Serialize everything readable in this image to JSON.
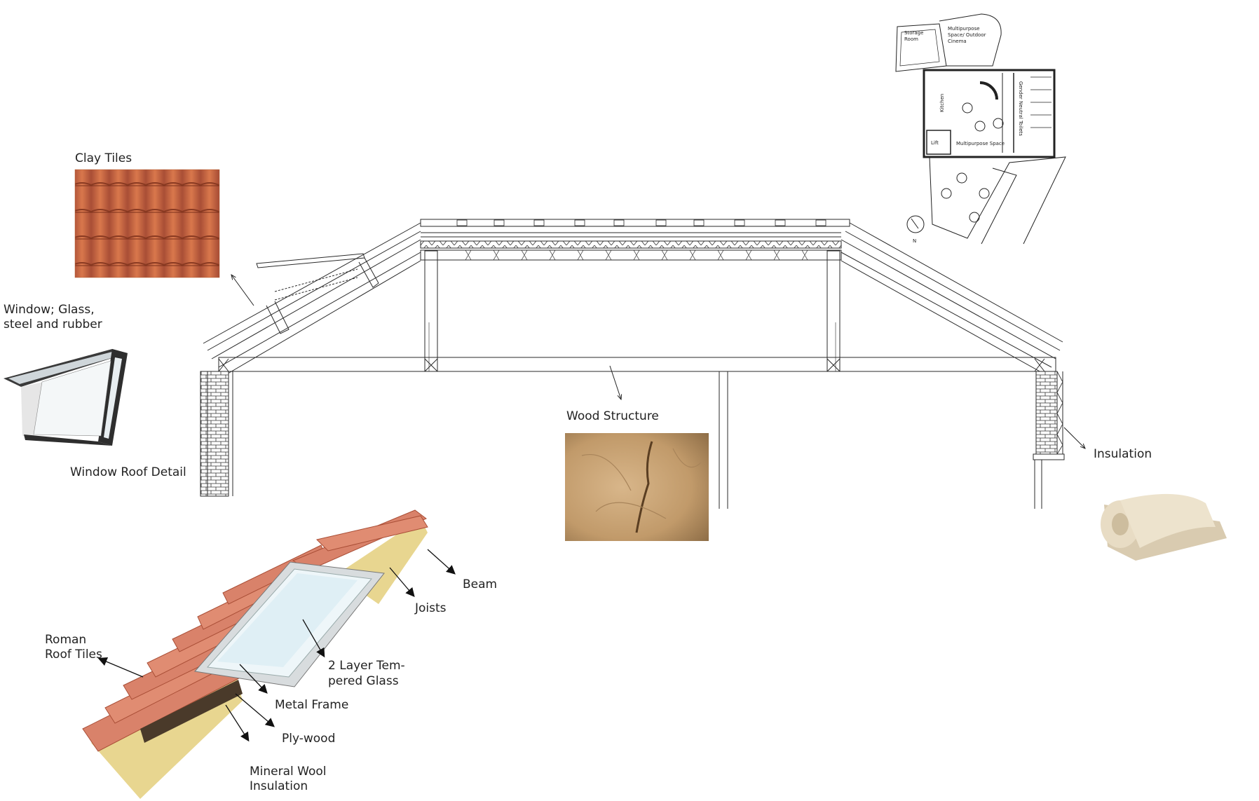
{
  "labels": {
    "clay_tiles": "Clay Tiles",
    "window_material_1": "Window; Glass,",
    "window_material_2": "steel and rubber",
    "window_roof_detail": "Window Roof Detail",
    "wood_structure": "Wood Structure",
    "insulation": "Insulation",
    "beam": "Beam",
    "joists": "Joists",
    "roman_roof_tiles_1": "Roman",
    "roman_roof_tiles_2": "Roof Tiles",
    "glass_1": "2 Layer Tem-",
    "glass_2": "pered Glass",
    "metal_frame": "Metal Frame",
    "plywood": "Ply-wood",
    "mineral_wool_1": "Mineral Wool",
    "mineral_wool_2": "Insulation"
  },
  "floor_plan": {
    "storage_1": "Storage",
    "storage_2": "Room",
    "mp_outdoor_1": "Multipurpose",
    "mp_outdoor_2": "Space/ Outdoor",
    "mp_outdoor_3": "Cinema",
    "kitchen": "Kitchen",
    "toilets": "Gender Neutral Toilets",
    "lift": "Lift",
    "mp_space": "Multipurpose Space",
    "north": "N"
  },
  "colors": {
    "line": "#2a2a2a",
    "tile": "#d9826a",
    "tile_dark": "#a94e36",
    "clay": "#c96a2e",
    "wood": "#c9a67a",
    "insulation": "#e8dcc4"
  }
}
